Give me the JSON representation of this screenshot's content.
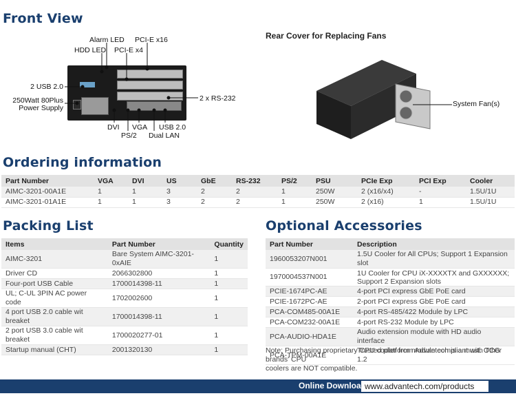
{
  "front_view": {
    "title": "Front View",
    "labels": {
      "alarm_led": "Alarm LED",
      "pcie_x16": "PCI-E x16",
      "hdd_led": "HDD LED",
      "pcie_x4": "PCI-E x4",
      "usb20_2": "2 USB 2.0",
      "psu": "250Watt 80Plus",
      "psu2": "Power Supply",
      "rs232": "2 x RS-232",
      "dvi": "DVI",
      "vga": "VGA",
      "usb20": "USB 2.0",
      "ps2": "PS/2",
      "dual_lan": "Dual LAN"
    }
  },
  "rear_cover": {
    "title": "Rear Cover for Replacing Fans",
    "fan_label": "System Fan(s)"
  },
  "ordering": {
    "title": "Ordering information",
    "headers": [
      "Part Number",
      "VGA",
      "DVI",
      "US",
      "GbE",
      "RS-232",
      "PS/2",
      "PSU",
      "PCIe Exp",
      "PCI Exp",
      "Cooler"
    ],
    "rows": [
      [
        "AIMC-3201-00A1E",
        "1",
        "1",
        "3",
        "2",
        "2",
        "1",
        "250W",
        "2 (x16/x4)",
        "-",
        "1.5U/1U"
      ],
      [
        "AIMC-3201-01A1E",
        "1",
        "1",
        "3",
        "2",
        "2",
        "1",
        "250W",
        "2 (x16)",
        "1",
        "1.5U/1U"
      ]
    ]
  },
  "packing": {
    "title": "Packing List",
    "headers": [
      "Items",
      "Part Number",
      "Quantity"
    ],
    "rows": [
      [
        "AIMC-3201",
        "Bare System AIMC-3201-0xAIE",
        "1"
      ],
      [
        "Driver CD",
        "2066302800",
        "1"
      ],
      [
        "Four-port USB Cable",
        "1700014398-11",
        "1"
      ],
      [
        "UL; C-UL 3PIN AC power code",
        "1702002600",
        "1"
      ],
      [
        "4 port USB 2.0 cable wit breaket",
        "1700014398-11",
        "1"
      ],
      [
        "2 port USB 3.0 cable wit breaket",
        "1700020277-01",
        "1"
      ],
      [
        "Startup manual (CHT)",
        "2001320130",
        "1"
      ]
    ]
  },
  "accessories": {
    "title": "Optional Accessories",
    "headers": [
      "Part Number",
      "Description"
    ],
    "rows": [
      [
        "1960053207N001",
        "1.5U Cooler for All CPUs; Support 1 Expansion slot"
      ],
      [
        "1970004537N001",
        "1U Cooler for CPU iX-XXXXTX and GXXXXXX;",
        "Support 2 Expansion slots"
      ],
      [
        "PCIE-1674PC-AE",
        "4-port PCI express GbE PoE card"
      ],
      [
        "PCIE-1672PC-AE",
        "2-port PCI express GbE PoE card"
      ],
      [
        "PCA-COM485-00A1E",
        "4-port RS-485/422 Module by LPC"
      ],
      [
        "PCA-COM232-00A1E",
        "4-port RS-232 Module by LPC"
      ],
      [
        "PCA-AUDIO-HDA1E",
        "Audio extension module with HD audio interface"
      ],
      [
        "PCA-TPM-00A1E",
        "Trusted platform module compliant with TCG 1.2"
      ]
    ],
    "note1": "Note: Purchasing proprietary CPU cooler from Advantech is a must. Other brands' CPU",
    "note2": "coolers are NOT compatible."
  },
  "footer": {
    "label": "Online Download",
    "url": "www.advantech.com/products"
  }
}
